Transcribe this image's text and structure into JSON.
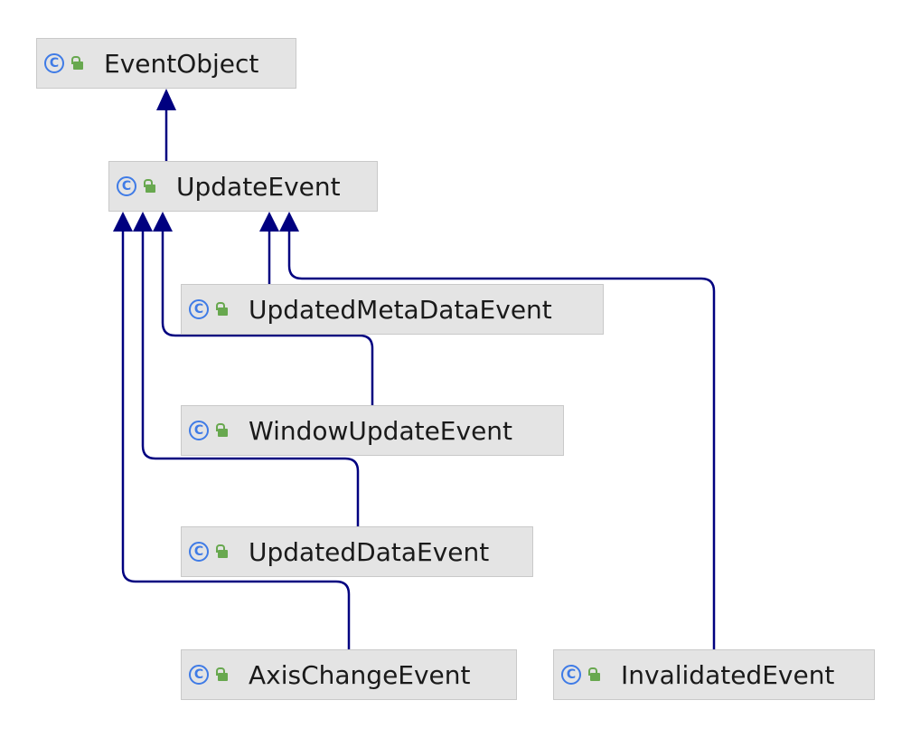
{
  "diagram": {
    "nodes": [
      {
        "id": "EventObject",
        "label": "EventObject",
        "class_icon": "class-icon",
        "access_icon": "public-lock-icon"
      },
      {
        "id": "UpdateEvent",
        "label": "UpdateEvent",
        "class_icon": "class-icon",
        "access_icon": "public-lock-icon"
      },
      {
        "id": "UpdatedMetaDataEvent",
        "label": "UpdatedMetaDataEvent",
        "class_icon": "class-icon",
        "access_icon": "public-lock-icon"
      },
      {
        "id": "WindowUpdateEvent",
        "label": "WindowUpdateEvent",
        "class_icon": "class-icon",
        "access_icon": "public-lock-icon"
      },
      {
        "id": "UpdatedDataEvent",
        "label": "UpdatedDataEvent",
        "class_icon": "class-icon",
        "access_icon": "public-lock-icon"
      },
      {
        "id": "AxisChangeEvent",
        "label": "AxisChangeEvent",
        "class_icon": "class-icon",
        "access_icon": "public-lock-icon"
      },
      {
        "id": "InvalidatedEvent",
        "label": "InvalidatedEvent",
        "class_icon": "class-icon",
        "access_icon": "public-lock-icon"
      }
    ],
    "edges": [
      {
        "from": "UpdateEvent",
        "to": "EventObject",
        "type": "extends"
      },
      {
        "from": "UpdatedMetaDataEvent",
        "to": "UpdateEvent",
        "type": "extends"
      },
      {
        "from": "InvalidatedEvent",
        "to": "UpdateEvent",
        "type": "extends"
      },
      {
        "from": "WindowUpdateEvent",
        "to": "UpdateEvent",
        "type": "extends"
      },
      {
        "from": "UpdatedDataEvent",
        "to": "UpdateEvent",
        "type": "extends"
      },
      {
        "from": "AxisChangeEvent",
        "to": "UpdateEvent",
        "type": "extends"
      }
    ],
    "class_glyph": "C",
    "colors": {
      "edge": "#000080",
      "node_bg": "#e4e4e4",
      "class_icon": "#3f7be6",
      "lock_icon": "#68a84f"
    }
  }
}
